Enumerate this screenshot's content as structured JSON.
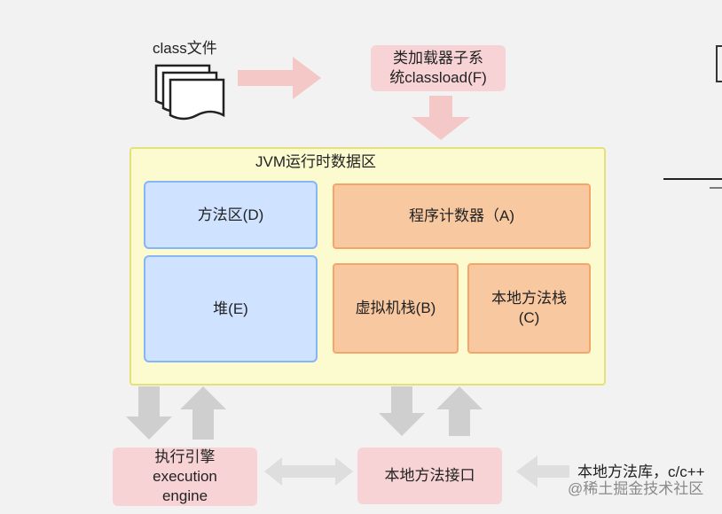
{
  "class_file": {
    "label": "class文件"
  },
  "classloader": {
    "line1": "类加载器子系",
    "line2": "统classload(F)"
  },
  "jvm_runtime_area": {
    "title": "JVM运行时数据区",
    "method_area": "方法区(D)",
    "heap": "堆(E)",
    "program_counter": "程序计数器（A)",
    "vm_stack": "虚拟机栈(B)",
    "native_method_stack": {
      "line1": "本地方法栈",
      "line2": "(C)"
    }
  },
  "execution_engine": {
    "line1": "执行引擎",
    "line2": "execution",
    "line3": "engine"
  },
  "native_interface": {
    "label": "本地方法接口"
  },
  "native_library": {
    "label": "本地方法库，c/c++"
  },
  "watermark": {
    "text": "@稀土掘金技术社区"
  },
  "colors": {
    "pink_box": "#f7d3d5",
    "blue_box": "#cfe2ff",
    "orange_box": "#f8c8a0",
    "jvm_area_fill": "#fcfbd0",
    "jvm_area_border": "#e4e07a",
    "arrow_gray": "#cfcfcf",
    "arrow_pink": "#f5c8c8"
  }
}
